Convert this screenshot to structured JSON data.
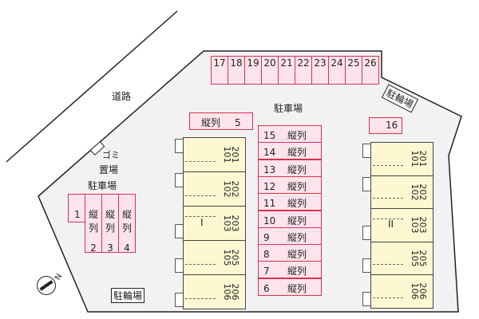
{
  "labels": {
    "road": "道路",
    "garbage_1": "ゴミ",
    "garbage_2": "置場",
    "parking_left": "駐車場",
    "parking_center": "駐車場",
    "bike_bottom": "駐輪場",
    "bike_top": "駐輪場",
    "building_1": "I",
    "building_2": "II",
    "north": "N"
  },
  "top_spaces": [
    "17",
    "18",
    "19",
    "20",
    "21",
    "22",
    "23",
    "24",
    "25",
    "26"
  ],
  "left_spaces": {
    "s1": "1",
    "tate": "縦",
    "retsu": "列",
    "nums": [
      "2",
      "3",
      "4"
    ]
  },
  "space5": {
    "label": "縦列",
    "num": "5"
  },
  "space16": "16",
  "center_spaces": [
    {
      "num": "15",
      "label": "縦列"
    },
    {
      "num": "14",
      "label": "縦列"
    },
    {
      "num": "13",
      "label": "縦列"
    },
    {
      "num": "12",
      "label": "縦列"
    },
    {
      "num": "11",
      "label": "縦列"
    },
    {
      "num": "10",
      "label": "縦列"
    },
    {
      "num": "9",
      "label": "縦列"
    },
    {
      "num": "8",
      "label": "縦列"
    },
    {
      "num": "7",
      "label": "縦列"
    },
    {
      "num": "6",
      "label": "縦列"
    }
  ],
  "units": [
    {
      "upper": "201",
      "lower": "101"
    },
    {
      "upper": "202",
      "lower": "102"
    },
    {
      "upper": "203",
      "lower": "103"
    },
    {
      "upper": "205",
      "lower": "105"
    },
    {
      "upper": "206",
      "lower": "106"
    }
  ]
}
